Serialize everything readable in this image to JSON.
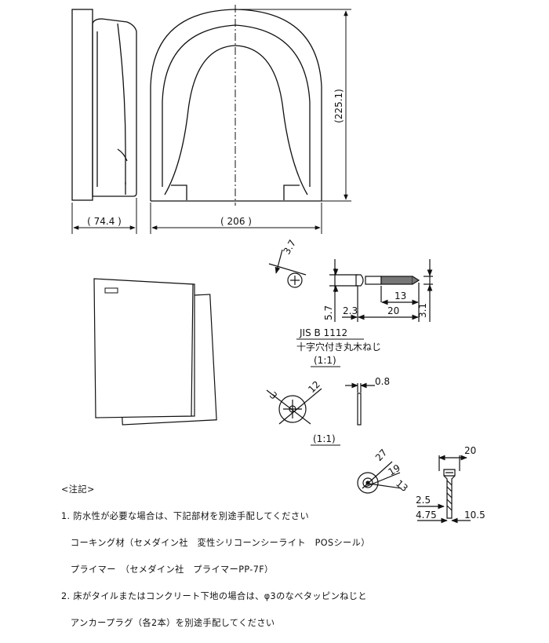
{
  "dims": {
    "height_225": "(225.1)",
    "width_206": "( 206 )",
    "depth_74": "( 74.4 )"
  },
  "screw": {
    "head_37": "3.7",
    "dia_57": "5.7",
    "len_23": "2.3",
    "thread_13": "13",
    "len_20": "20",
    "dia_31": "3.1",
    "standard": "JIS B 1112",
    "name": "十字穴付き丸木ねじ",
    "scale": "(1:1)"
  },
  "washer": {
    "inner_3": "3",
    "outer_12": "12",
    "thick_08": "0.8",
    "scale": "(1:1)"
  },
  "plug": {
    "d27": "27",
    "d19": "19",
    "d13": "13",
    "w20": "20",
    "d25": "2.5",
    "d475": "4.75",
    "d105": "10.5"
  },
  "notes": {
    "title": "<注記>",
    "line1": "1. 防水性が必要な場合は、下記部材を別途手配してください",
    "line2": "   コーキング材（セメダイン社　変性シリコーンシーライト　POSシール）",
    "line3": "   プライマー　（セメダイン社　プライマーPP-7F）",
    "line4": "2. 床がタイルまたはコンクリート下地の場合は、φ3のなべタッピンねじと",
    "line5": "   アンカープラグ（各2本）を別途手配してください"
  }
}
